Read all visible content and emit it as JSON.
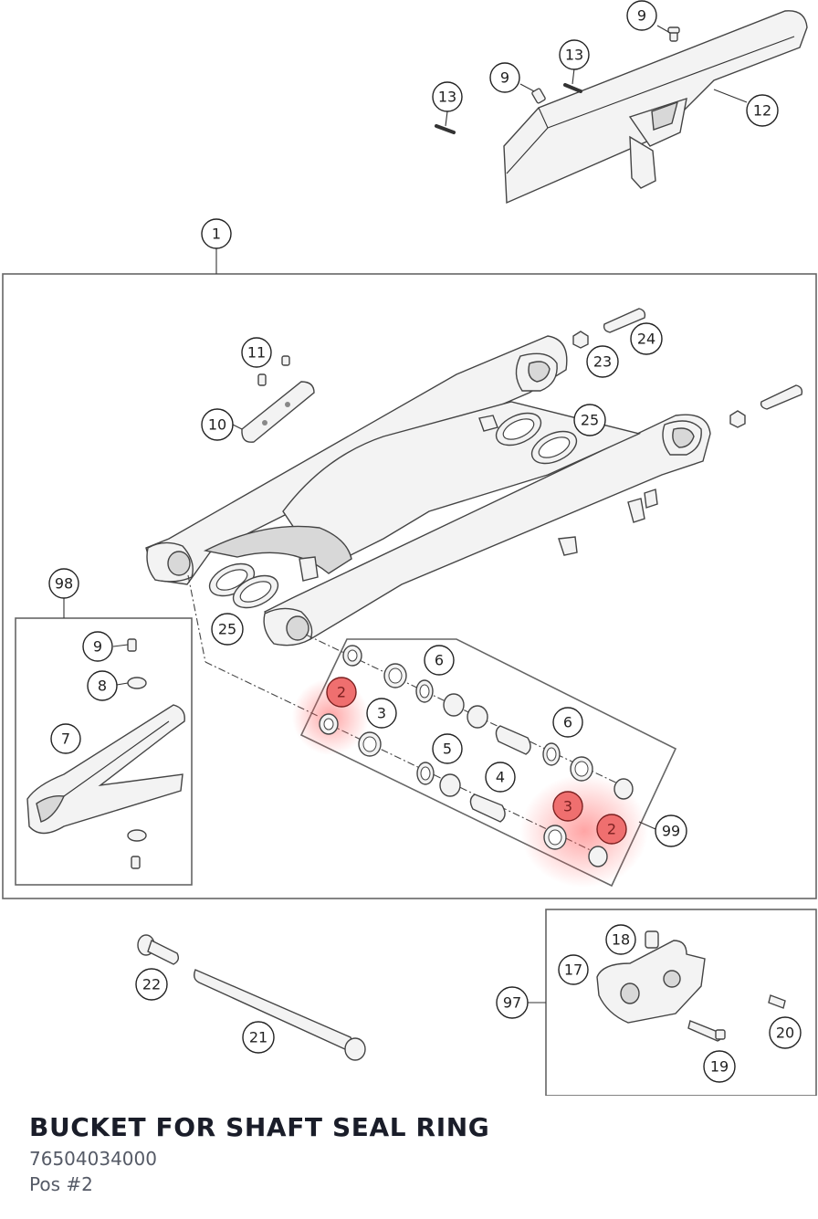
{
  "callouts": {
    "c1": "1",
    "c2a": "2",
    "c2b": "2",
    "c3a": "3",
    "c3b": "3",
    "c4": "4",
    "c5": "5",
    "c6a": "6",
    "c6b": "6",
    "c7": "7",
    "c8": "8",
    "c9a": "9",
    "c9b": "9",
    "c9c": "9",
    "c10": "10",
    "c11": "11",
    "c12": "12",
    "c13a": "13",
    "c13b": "13",
    "c17": "17",
    "c18": "18",
    "c19": "19",
    "c20": "20",
    "c21": "21",
    "c22": "22",
    "c23": "23",
    "c24": "24",
    "c25a": "25",
    "c25b": "25",
    "c97": "97",
    "c98": "98",
    "c99": "99"
  },
  "highlight_color": "#ef6f6f",
  "part": {
    "title": "BUCKET FOR SHAFT SEAL RING",
    "number": "76504034000",
    "position": "Pos #2"
  }
}
